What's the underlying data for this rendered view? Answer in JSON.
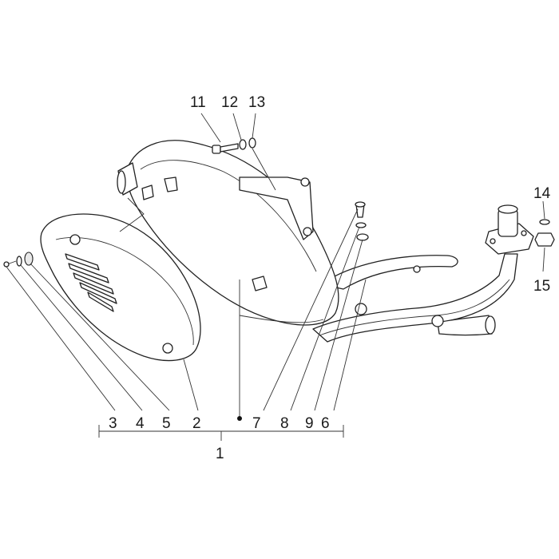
{
  "callouts": {
    "n1": "1",
    "n2": "2",
    "n3": "3",
    "n4": "4",
    "n5": "5",
    "n6": "6",
    "n7": "7",
    "n8": "8",
    "n9": "9",
    "n11": "11",
    "n12": "12",
    "n13": "13",
    "n14": "14",
    "n15": "15"
  }
}
